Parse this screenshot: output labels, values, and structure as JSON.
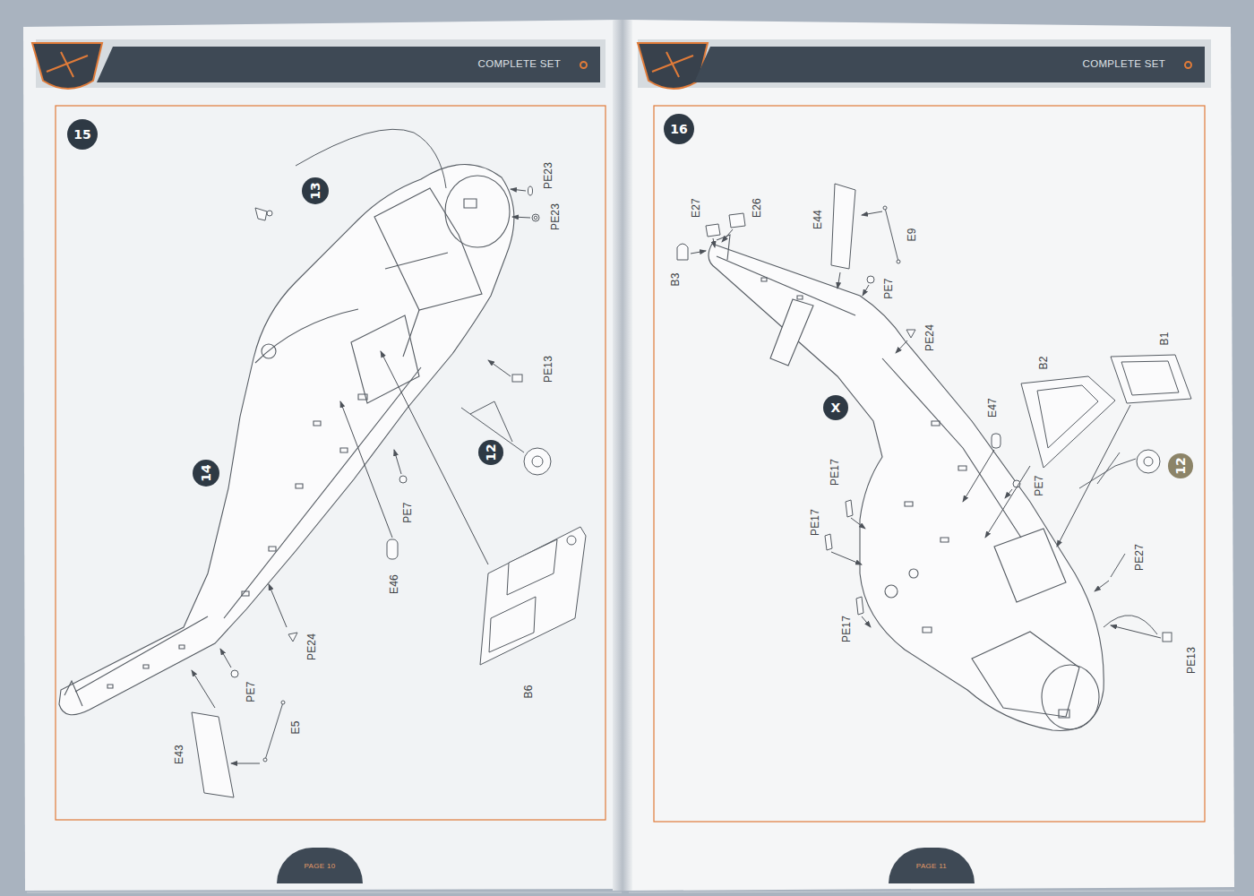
{
  "diagram": {
    "nodes": [
      {
        "text": [
          "COMPLETE SET"
        ]
      },
      {
        "text": [
          "15"
        ]
      },
      {
        "text": [
          "13"
        ]
      },
      {
        "text": [
          "12"
        ]
      },
      {
        "text": [
          "14"
        ]
      },
      {
        "text": [
          "PAGE 10"
        ]
      },
      {
        "text": [
          "COMPLETE SET"
        ]
      },
      {
        "text": [
          "16"
        ]
      },
      {
        "text": [
          "X"
        ]
      },
      {
        "text": [
          "12"
        ]
      },
      {
        "text": [
          "PAGE 11"
        ]
      }
    ],
    "labels": [
      "PE23",
      "PE23",
      "PE13",
      "PE7",
      "E46",
      "B6",
      "PE24",
      "PE7",
      "E5",
      "E43",
      "E27",
      "E26",
      "E44",
      "E9",
      "B3",
      "PE7",
      "PE24",
      "B2",
      "B1",
      "E47",
      "PE17",
      "PE17",
      "PE7",
      "PE17",
      "PE27",
      "PE13"
    ]
  }
}
